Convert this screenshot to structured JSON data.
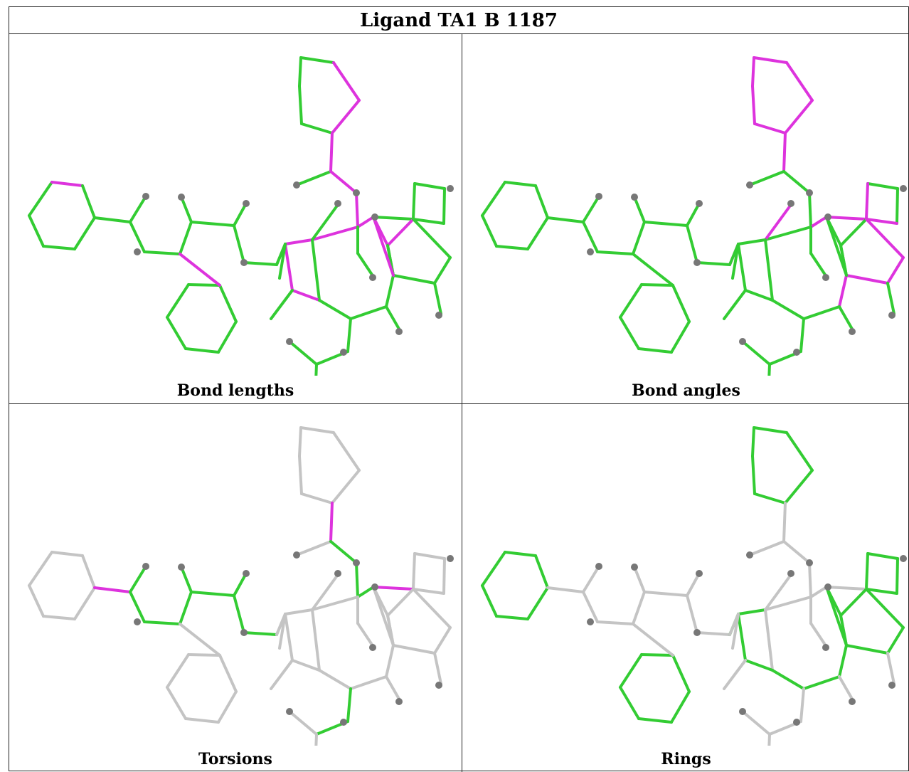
{
  "title": "Ligand TA1 B 1187",
  "panels": [
    {
      "id": "bond-lengths",
      "caption": "Bond lengths"
    },
    {
      "id": "bond-angles",
      "caption": "Bond angles"
    },
    {
      "id": "torsions",
      "caption": "Torsions"
    },
    {
      "id": "rings",
      "caption": "Rings"
    }
  ],
  "colors": {
    "ok": "#33cc33",
    "outlier": "#dd33dd",
    "unchecked": "#c4c4c4",
    "atom": "#777777",
    "border": "#222222"
  }
}
